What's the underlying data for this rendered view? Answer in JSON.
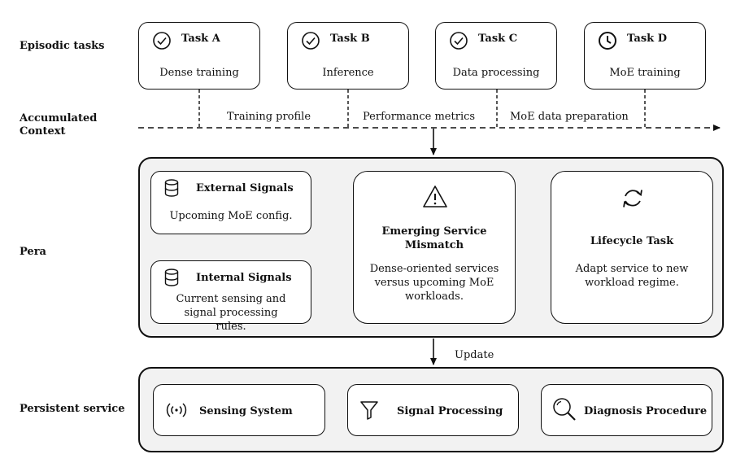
{
  "rows": {
    "episodic": "Episodic tasks",
    "context": "Accumulated\nContext",
    "pera": "Pera",
    "persistent": "Persistent service"
  },
  "tasks": [
    {
      "title": "Task A",
      "subtitle": "Dense training",
      "icon": "check-circle-icon"
    },
    {
      "title": "Task B",
      "subtitle": "Inference",
      "icon": "check-circle-icon"
    },
    {
      "title": "Task C",
      "subtitle": "Data processing",
      "icon": "check-circle-icon"
    },
    {
      "title": "Task D",
      "subtitle": "MoE training",
      "icon": "clock-icon"
    }
  ],
  "context_labels": [
    "Training profile",
    "Performance metrics",
    "MoE data preparation"
  ],
  "external": {
    "title": "External Signals",
    "desc": "Upcoming MoE config."
  },
  "internal": {
    "title": "Internal Signals",
    "desc": "Current sensing and signal processing rules."
  },
  "mismatch": {
    "title": "Emerging Service Mismatch",
    "desc": "Dense-oriented services versus upcoming MoE workloads."
  },
  "lifecycle": {
    "title": "Lifecycle Task",
    "desc": "Adapt service to new workload regime."
  },
  "update_label": "Update",
  "services": [
    {
      "label": "Sensing System",
      "icon": "broadcast-icon"
    },
    {
      "label": "Signal Processing",
      "icon": "filter-icon"
    },
    {
      "label": "Diagnosis Procedure",
      "icon": "magnifier-icon"
    }
  ]
}
